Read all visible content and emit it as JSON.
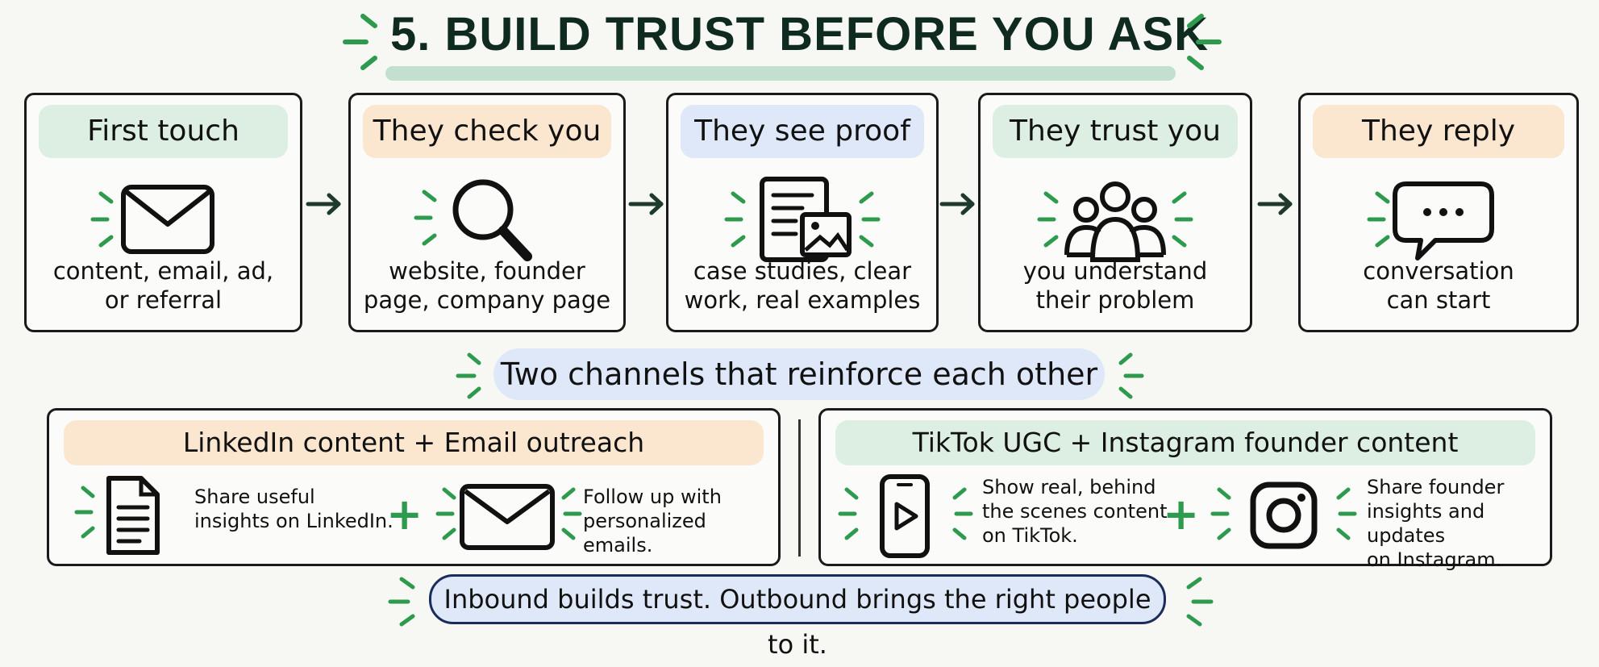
{
  "title": "5. BUILD TRUST BEFORE YOU ASK",
  "steps": [
    {
      "title": "First touch",
      "desc_line1": "content, email, ad,",
      "desc_line2": "or referral",
      "icon": "envelope-icon",
      "color": "#dcefe2"
    },
    {
      "title": "They check you",
      "desc_line1": "website, founder",
      "desc_line2": "page, company page",
      "icon": "magnifier-icon",
      "color": "#fbe7cf"
    },
    {
      "title": "They see proof",
      "desc_line1": "case studies, clear",
      "desc_line2": "work, real examples",
      "icon": "document-image-icon",
      "color": "#dfe8f8"
    },
    {
      "title": "They trust you",
      "desc_line1": "you understand",
      "desc_line2": "their problem",
      "icon": "people-group-icon",
      "color": "#dcefe2"
    },
    {
      "title": "They reply",
      "desc_line1": "conversation",
      "desc_line2": "can start",
      "icon": "chat-bubble-icon",
      "color": "#fbe7cf"
    }
  ],
  "subheading": "Two channels that reinforce each other",
  "channels": [
    {
      "title": "LinkedIn content + Email outreach",
      "color": "#fbe7cf",
      "left_text": [
        "Share useful",
        "insights on LinkedIn."
      ],
      "right_text": [
        "Follow up with",
        "personalized emails."
      ],
      "left_icon": "document-icon",
      "right_icon": "envelope-icon"
    },
    {
      "title": "TikTok UGC + Instagram founder content",
      "color": "#dcefe2",
      "left_text": [
        "Show real, behind",
        "the scenes content",
        "on TikTok."
      ],
      "right_text": [
        "Share founder",
        "insights and updates",
        "on Instagram."
      ],
      "left_icon": "phone-play-icon",
      "right_icon": "instagram-icon"
    }
  ],
  "plus_symbol": "+",
  "footer": "Inbound builds trust. Outbound brings the right people to it.",
  "accent_color": "#2e9a4e"
}
